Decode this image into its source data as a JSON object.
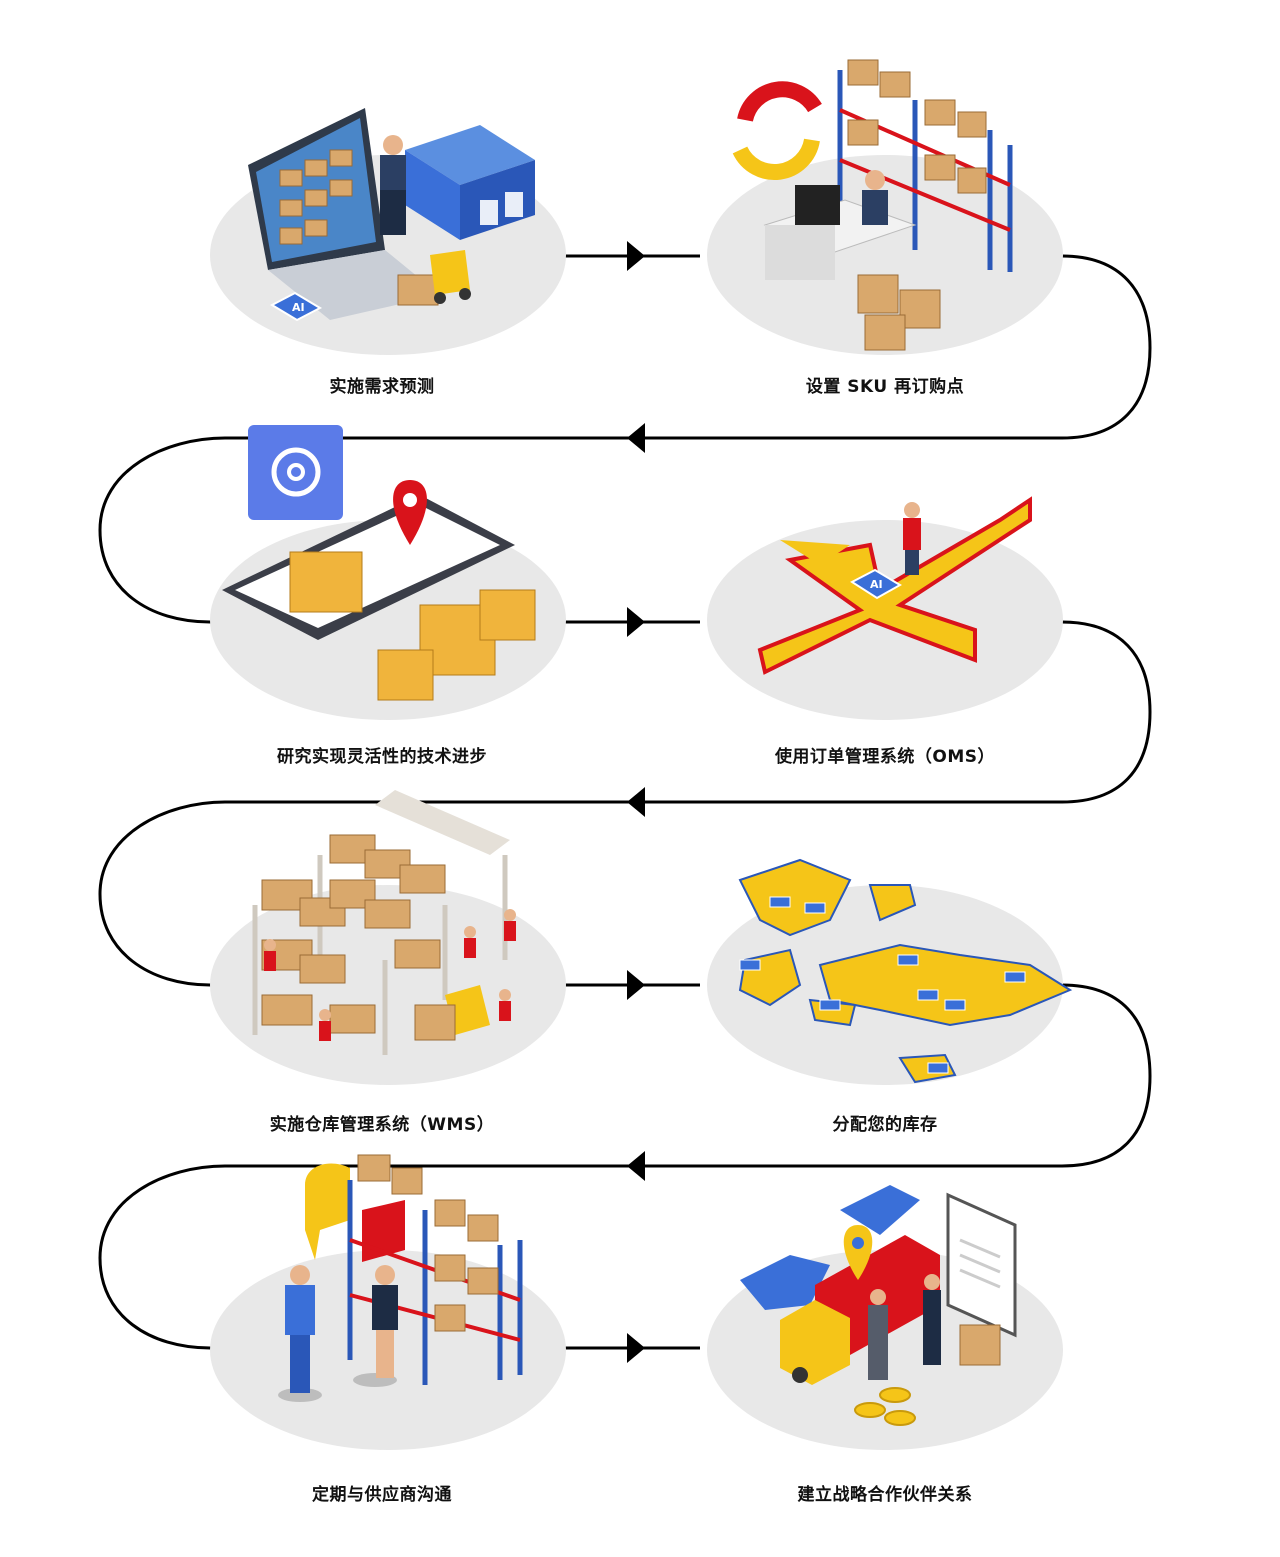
{
  "steps": [
    {
      "label": "实施需求预测",
      "icon": "demand-forecast-illustration"
    },
    {
      "label": "设置 SKU 再订购点",
      "icon": "reorder-point-illustration"
    },
    {
      "label": "研究实现灵活性的技术进步",
      "icon": "location-tech-illustration"
    },
    {
      "label": "使用订单管理系统（OMS）",
      "icon": "oms-arrows-illustration"
    },
    {
      "label": "实施仓库管理系统（WMS）",
      "icon": "warehouse-illustration"
    },
    {
      "label": "分配您的库存",
      "icon": "world-map-illustration"
    },
    {
      "label": "定期与供应商沟通",
      "icon": "supplier-meeting-illustration"
    },
    {
      "label": "建立战略合作伙伴关系",
      "icon": "partnership-truck-illustration"
    }
  ],
  "colors": {
    "connector": "#000000",
    "ellipse": "#e8e8e8",
    "accent_yellow": "#f5c518",
    "accent_red": "#d9131b",
    "accent_blue": "#3a6fd8",
    "box": "#d9a86c"
  }
}
